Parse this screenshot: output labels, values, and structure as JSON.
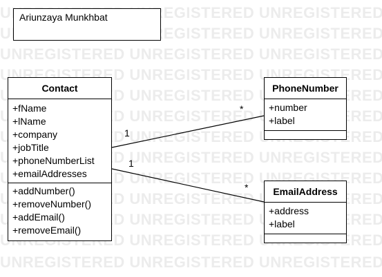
{
  "watermark": {
    "text": "UNREGISTERED"
  },
  "author_note": {
    "text": "Ariunzaya Munkhbat"
  },
  "classes": {
    "contact": {
      "name": "Contact",
      "attributes": [
        "+fName",
        "+lName",
        "+company",
        "+jobTitle",
        "+phoneNumberList",
        "+emailAddresses"
      ],
      "operations": [
        "+addNumber()",
        "+removeNumber()",
        "+addEmail()",
        "+removeEmail()"
      ]
    },
    "phone_number": {
      "name": "PhoneNumber",
      "attributes": [
        "+number",
        "+label"
      ]
    },
    "email_address": {
      "name": "EmailAddress",
      "attributes": [
        "+address",
        "+label"
      ]
    }
  },
  "associations": [
    {
      "from": "Contact",
      "to": "PhoneNumber",
      "from_multiplicity": "1",
      "to_multiplicity": "*"
    },
    {
      "from": "Contact",
      "to": "EmailAddress",
      "from_multiplicity": "1",
      "to_multiplicity": "*"
    }
  ]
}
